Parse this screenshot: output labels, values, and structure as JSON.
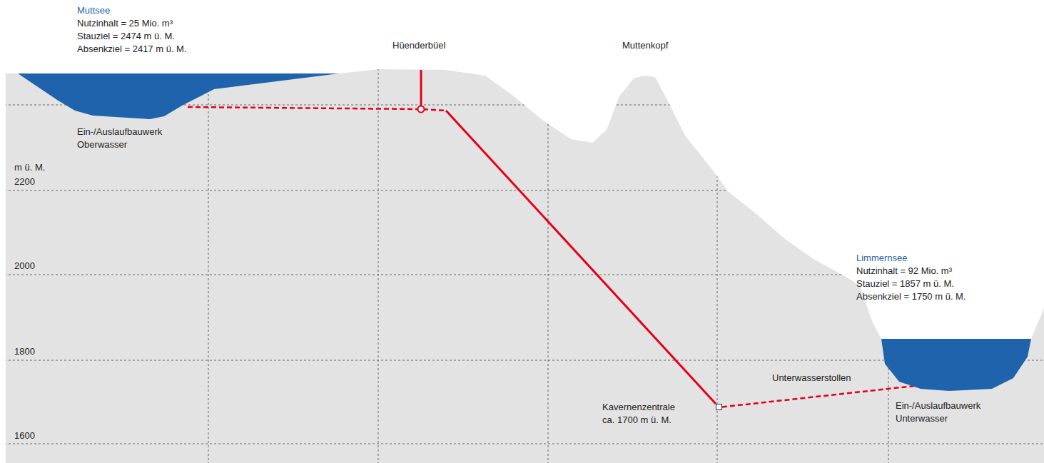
{
  "diagram": {
    "nodes": [
      {
        "text": [
          "Muttsee",
          "Nutzinhalt = 25 Mio. m³",
          "Stauziel = 2474 m ü. M.",
          "Absenkziel = 2417 m ü. M."
        ]
      },
      {
        "text": [
          "Limmernsee",
          "Nutzinhalt = 92 Mio. m³",
          "Stauziel = 1857 m ü. M.",
          "Absenkziel = 1750 m ü. M."
        ]
      },
      {
        "text": [
          "Kavernenzentrale ca. 1700 m ü. M."
        ]
      }
    ],
    "edges": [
      {
        "from": 0,
        "to": 2,
        "arrow": "none"
      },
      {
        "from": 2,
        "to": 1,
        "label": "Unterwasserstollen",
        "arrow": "none"
      }
    ],
    "labels": [
      "Hüenderbüel",
      "Muttenkopf",
      "Ein-/Auslaufbauwerk Oberwasser",
      "m ü. M.",
      "2200",
      "2000",
      "1800",
      "1600",
      "Ein-/Auslaufbauwerk Unterwasser"
    ]
  }
}
